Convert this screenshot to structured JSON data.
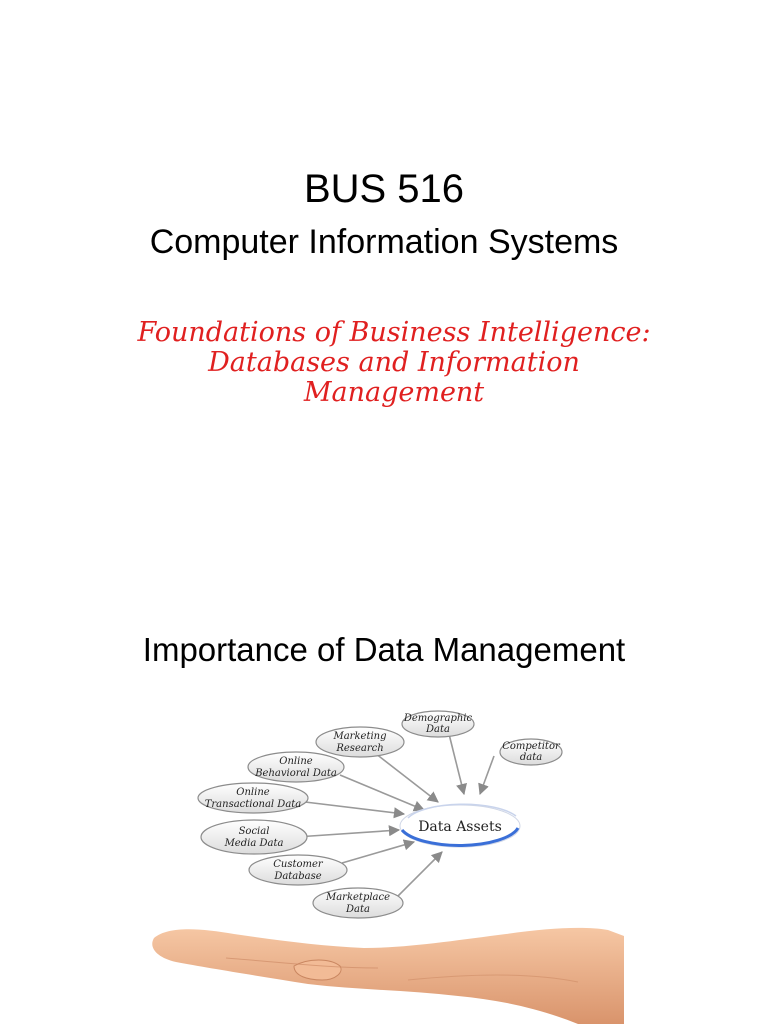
{
  "slide1": {
    "course_code": "BUS 516",
    "course_name": "Computer Information Systems",
    "topic_line1": "Foundations of Business Intelligence:",
    "topic_line2": "Databases and Information",
    "topic_line3": "Management"
  },
  "slide2": {
    "title": "Importance of Data Management",
    "diagram": {
      "hub": "Data Assets",
      "nodes": [
        {
          "line1": "Demographic",
          "line2": "Data"
        },
        {
          "line1": "Marketing",
          "line2": "Research"
        },
        {
          "line1": "Competitor",
          "line2": "data"
        },
        {
          "line1": "Online",
          "line2": "Behavioral Data"
        },
        {
          "line1": "Online",
          "line2": "Transactional Data"
        },
        {
          "line1": "Social",
          "line2": "Media Data"
        },
        {
          "line1": "Customer",
          "line2": "Database"
        },
        {
          "line1": "Marketplace",
          "line2": "Data"
        }
      ]
    }
  },
  "colors": {
    "topic": "#e02020",
    "hub_ring": "#3a6fd8",
    "skin": "#f0b48e"
  }
}
